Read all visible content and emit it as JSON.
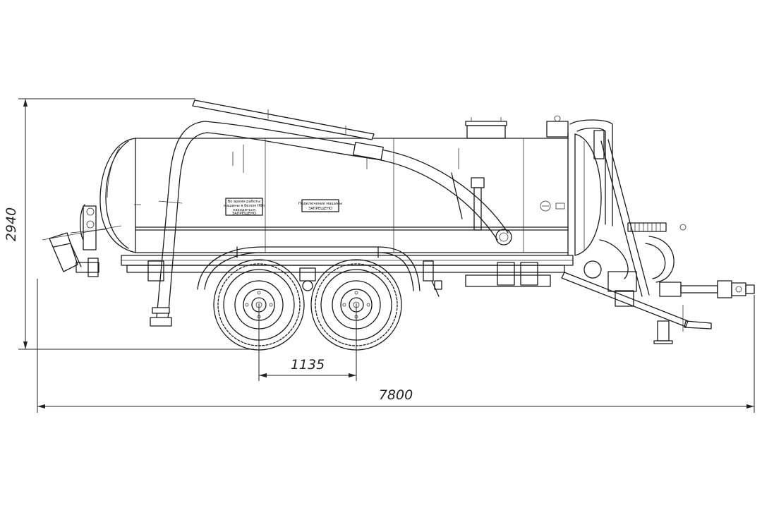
{
  "dimensions": {
    "overall_length": "7800",
    "overall_height": "2940",
    "axle_spacing": "1135"
  },
  "plates": {
    "left_plate_lines": [
      "Во время работы",
      "машины в белом Нбл",
      "находиться",
      "ЗАПРЕЩЕНО"
    ],
    "right_plate_lines": [
      "Подключение машины",
      "ЗАПРЕЩЕНО"
    ]
  }
}
